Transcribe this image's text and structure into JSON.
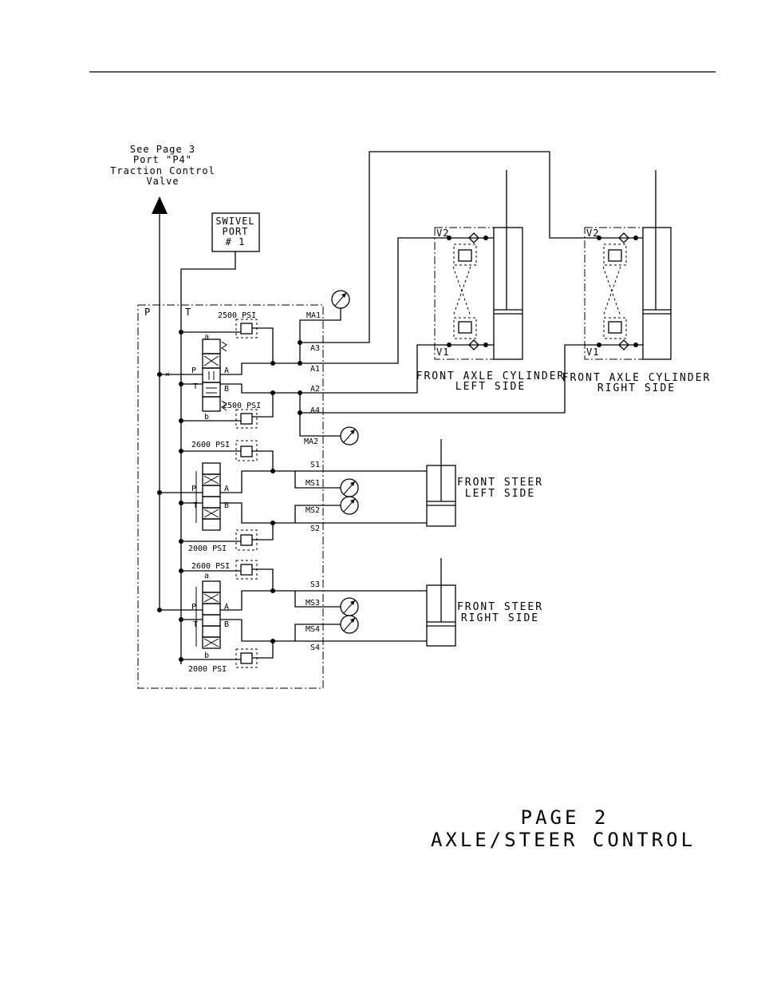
{
  "source_note": {
    "line1": "See Page 3",
    "line2": "Port \"P4\"",
    "line3": "Traction Control",
    "line4": "Valve"
  },
  "swivel_port": {
    "line1": "SWIVEL",
    "line2": "PORT",
    "line3": "# 1"
  },
  "manifold": {
    "port_p": "P",
    "port_t": "T",
    "ports": {
      "ma1": "MA1",
      "a3": "A3",
      "a1": "A1",
      "a2": "A2",
      "a4": "A4",
      "ma2": "MA2",
      "s1": "S1",
      "ms1": "MS1",
      "ms2": "MS2",
      "s2": "S2",
      "s3": "S3",
      "ms3": "MS3",
      "ms4": "MS4",
      "s4": "S4"
    },
    "relief_settings": {
      "r1": "2500 PSI",
      "r2": "2500 PSI",
      "r3": "2600 PSI",
      "r4": "2000 PSI",
      "r5": "2600 PSI",
      "r6": "2000 PSI"
    },
    "valve_ports": {
      "p": "P",
      "t": "T",
      "a": "A",
      "b": "B",
      "sol_a": "a",
      "sol_b": "b"
    }
  },
  "cylinders": {
    "axle_left": {
      "line1": "FRONT AXLE CYLINDER",
      "line2": "LEFT SIDE",
      "v1": "V1",
      "v2": "V2"
    },
    "axle_right": {
      "line1": "FRONT AXLE CYLINDER",
      "line2": "RIGHT SIDE",
      "v1": "V1",
      "v2": "V2"
    },
    "steer_left": {
      "line1": "FRONT STEER",
      "line2": "LEFT SIDE"
    },
    "steer_right": {
      "line1": "FRONT STEER",
      "line2": "RIGHT SIDE"
    }
  },
  "footer": {
    "page": "PAGE 2",
    "title": "AXLE/STEER CONTROL"
  }
}
